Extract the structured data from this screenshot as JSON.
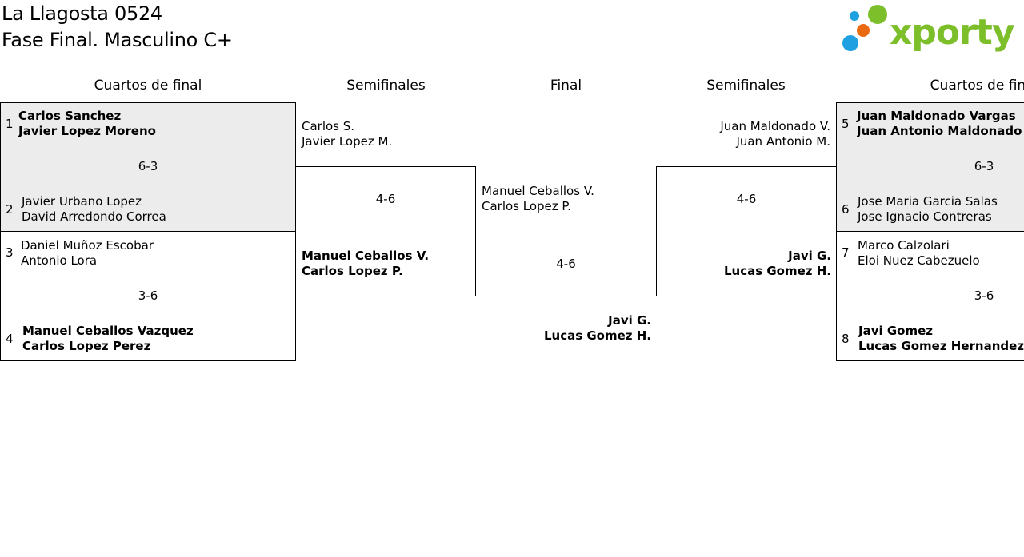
{
  "header": {
    "title_line1": "La Llagosta 0524",
    "title_line2": "Fase Final. Masculino C+",
    "logo_text": "xporty"
  },
  "columns": {
    "quarters_left": "Cuartos de final",
    "semis_left": "Semifinales",
    "final": "Final",
    "semis_right": "Semifinales",
    "quarters_right": "Cuartos de final"
  },
  "quarters_left": [
    {
      "score": "6-3",
      "team_a": {
        "seed": "1",
        "p1": "Carlos Sanchez",
        "p2": "Javier Lopez Moreno",
        "winner": true
      },
      "team_b": {
        "seed": "2",
        "p1": "Javier Urbano Lopez",
        "p2": "David Arredondo Correa",
        "winner": false
      }
    },
    {
      "score": "3-6",
      "team_a": {
        "seed": "3",
        "p1": "Daniel Muñoz Escobar",
        "p2": "Antonio Lora",
        "winner": false
      },
      "team_b": {
        "seed": "4",
        "p1": "Manuel Ceballos Vazquez",
        "p2": "Carlos Lopez Perez",
        "winner": true
      }
    }
  ],
  "semis_left": {
    "score": "4-6",
    "team_a": {
      "p1": "Carlos S.",
      "p2": "Javier Lopez M.",
      "winner": false
    },
    "team_b": {
      "p1": "Manuel Ceballos V.",
      "p2": "Carlos Lopez P.",
      "winner": true
    }
  },
  "final": {
    "score": "4-6",
    "team_a": {
      "p1": "Manuel Ceballos V.",
      "p2": "Carlos Lopez P.",
      "winner": false
    },
    "team_b": {
      "p1": "Javi G.",
      "p2": "Lucas Gomez H.",
      "winner": true
    }
  },
  "semis_right": {
    "score": "4-6",
    "team_a": {
      "p1": "Juan Maldonado V.",
      "p2": "Juan Antonio M.",
      "winner": false
    },
    "team_b": {
      "p1": "Javi G.",
      "p2": "Lucas Gomez H.",
      "winner": true
    }
  },
  "quarters_right": [
    {
      "score": "6-3",
      "team_a": {
        "seed": "5",
        "p1": "Juan Maldonado Vargas",
        "p2": "Juan Antonio Maldonado Fr",
        "winner": true
      },
      "team_b": {
        "seed": "6",
        "p1": "Jose Maria Garcia Salas",
        "p2": "Jose Ignacio Contreras",
        "winner": false
      }
    },
    {
      "score": "3-6",
      "team_a": {
        "seed": "7",
        "p1": "Marco Calzolari",
        "p2": "Eloi Nuez Cabezuelo",
        "winner": false
      },
      "team_b": {
        "seed": "8",
        "p1": "Javi Gomez",
        "p2": "Lucas Gomez Hernandez",
        "winner": true
      }
    }
  ],
  "colors": {
    "logo_green": "#7cbf2a",
    "logo_blue": "#1fa0e0",
    "logo_orange": "#ea6a12",
    "winner_bg": "#ececec"
  }
}
